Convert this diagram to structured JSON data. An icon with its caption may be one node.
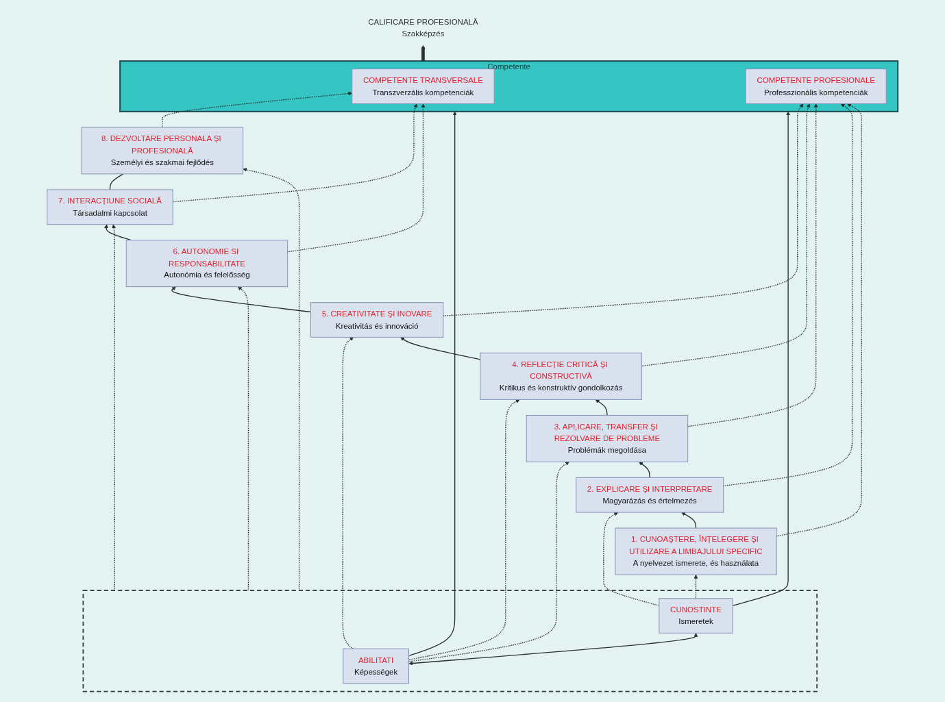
{
  "diagram": {
    "nodes": [
      {
        "text": [],
        "shape": "box"
      },
      {
        "text": [
          "ABILITATI",
          "Képességek"
        ],
        "in": 0
      },
      {
        "text": [
          "CUNOSTINTE",
          "Ismeretek"
        ],
        "in": 0
      },
      {
        "text": [
          "8. DEZVOLTARE PERSONALA ŞI PROFESIONALĂ",
          "Személyi és szakmai fejlődés"
        ]
      },
      {
        "text": [
          "7. INTERACȚIUNE SOCIALĂ",
          "Társadalmi kapcsolat"
        ]
      },
      {
        "text": [
          "6. AUTONOMIE SI RESPONSABILITATE",
          "Autonómia és felelősség"
        ]
      },
      {
        "text": [
          "5. CREATIVITATE ŞI INOVARE",
          "Kreativitás és innováció"
        ]
      },
      {
        "text": [
          "4. REFLECȚIE CRITICĂ ŞI CONSTRUCTIVĂ",
          "Kritikus és konstruktív gondolkozás"
        ]
      },
      {
        "text": [
          "3. APLICARE, TRANSFER ŞI REZOLVARE DE PROBLEME",
          "Problémák megoldása"
        ]
      },
      {
        "text": [
          "2. EXPLICARE ŞI INTERPRETARE",
          "Magyarázás és értelmezés"
        ]
      },
      {
        "text": [
          "1. CUNOAŞTERE, ÎNȚELEGERE ŞI UTILIZARE A LIMBAJULUI SPECIFIC",
          "A nyelvezet ismerete, és használata"
        ]
      },
      {
        "text": [
          "Competente"
        ]
      },
      {
        "text": [
          "COMPETENTE TRANSVERSALE",
          "Transzverzális kompetenciák"
        ],
        "in": 11
      },
      {
        "text": [
          "COMPETENTE PROFESIONALE",
          "Professzionális kompetenciák"
        ],
        "in": 11
      },
      {
        "text": [
          "CALIFICARE PROFESIONALĂ",
          "Szakképzés"
        ]
      }
    ],
    "edges": [
      {
        "from": 1,
        "to": 2,
        "arrow": "both"
      },
      {
        "from": 1,
        "to": 11,
        "arrow": "to"
      },
      {
        "from": 2,
        "to": 11,
        "arrow": "to"
      },
      {
        "from": 0,
        "to": 3,
        "arrow": "to",
        "style": "dashed"
      },
      {
        "from": 0,
        "to": 4,
        "arrow": "to",
        "style": "dashed"
      },
      {
        "from": 0,
        "to": 5,
        "arrow": "to",
        "style": "dashed"
      },
      {
        "from": 1,
        "to": 6,
        "arrow": "to",
        "style": "dashed"
      },
      {
        "from": 1,
        "to": 7,
        "arrow": "to",
        "style": "dashed"
      },
      {
        "from": 1,
        "to": 8,
        "arrow": "to",
        "style": "dashed"
      },
      {
        "from": 2,
        "to": 9,
        "arrow": "to",
        "style": "dashed"
      },
      {
        "from": 2,
        "to": 10,
        "arrow": "to",
        "style": "dashed"
      },
      {
        "from": 10,
        "to": 9,
        "arrow": "to"
      },
      {
        "from": 9,
        "to": 8,
        "arrow": "to"
      },
      {
        "from": 8,
        "to": 7,
        "arrow": "to"
      },
      {
        "from": 7,
        "to": 6,
        "arrow": "to"
      },
      {
        "from": 6,
        "to": 5,
        "arrow": "to"
      },
      {
        "from": 5,
        "to": 4,
        "arrow": "to"
      },
      {
        "from": 4,
        "to": 3,
        "arrow": "none"
      },
      {
        "from": 3,
        "to": 12,
        "arrow": "to",
        "style": "dashed"
      },
      {
        "from": 4,
        "to": 12,
        "arrow": "to",
        "style": "dashed"
      },
      {
        "from": 5,
        "to": 12,
        "arrow": "to",
        "style": "dashed"
      },
      {
        "from": 6,
        "to": 13,
        "arrow": "to",
        "style": "dashed"
      },
      {
        "from": 7,
        "to": 13,
        "arrow": "to",
        "style": "dashed"
      },
      {
        "from": 8,
        "to": 13,
        "arrow": "to",
        "style": "dashed"
      },
      {
        "from": 9,
        "to": 13,
        "arrow": "to",
        "style": "dashed"
      },
      {
        "from": 10,
        "to": 13,
        "arrow": "to",
        "style": "dashed"
      },
      {
        "from": 11,
        "to": 14,
        "arrow": "to",
        "style": "thick"
      }
    ]
  }
}
